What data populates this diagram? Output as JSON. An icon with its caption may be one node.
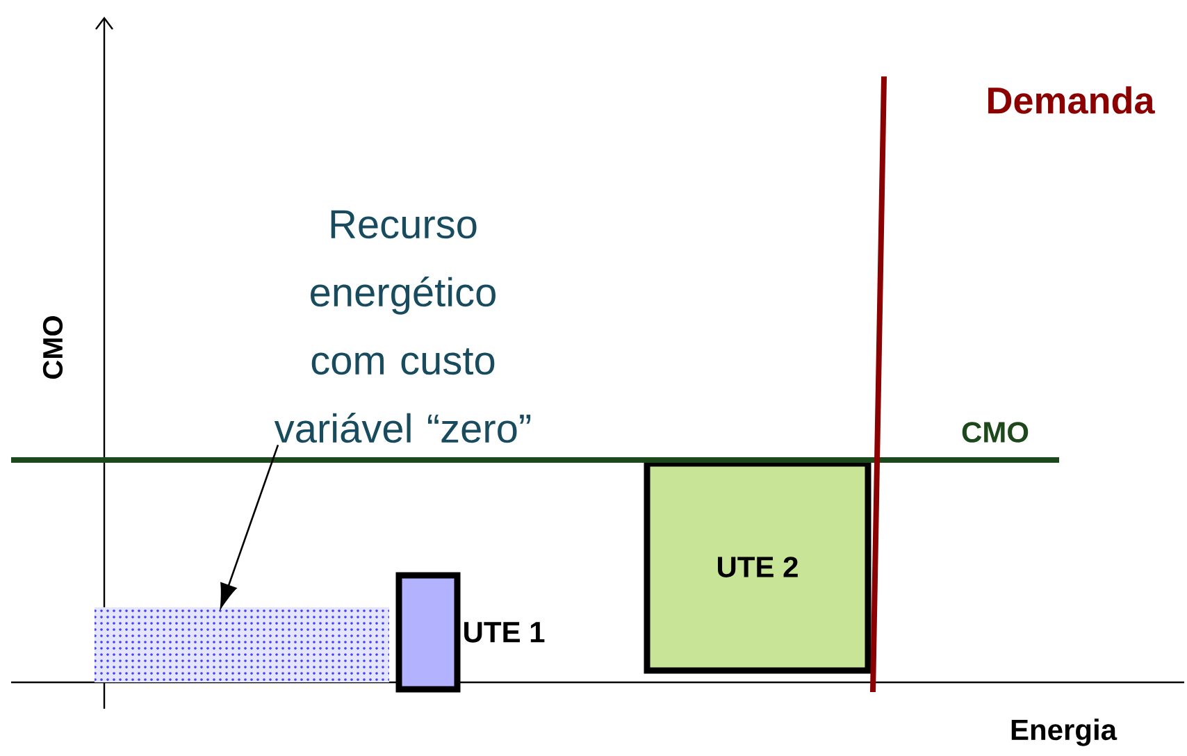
{
  "diagram": {
    "nodes": [
      {
        "text": [
          "Recurso energético com custo variável “zero”"
        ]
      },
      {
        "text": [],
        "shape": "box"
      },
      {
        "text": [
          "UTE 1"
        ]
      },
      {
        "text": [
          "UTE 2"
        ]
      }
    ],
    "edges": [
      {
        "from": 0,
        "to": 1,
        "arrow": "to"
      }
    ],
    "labels": [
      "Demanda",
      "CMO",
      "CMO",
      "Energia"
    ]
  }
}
